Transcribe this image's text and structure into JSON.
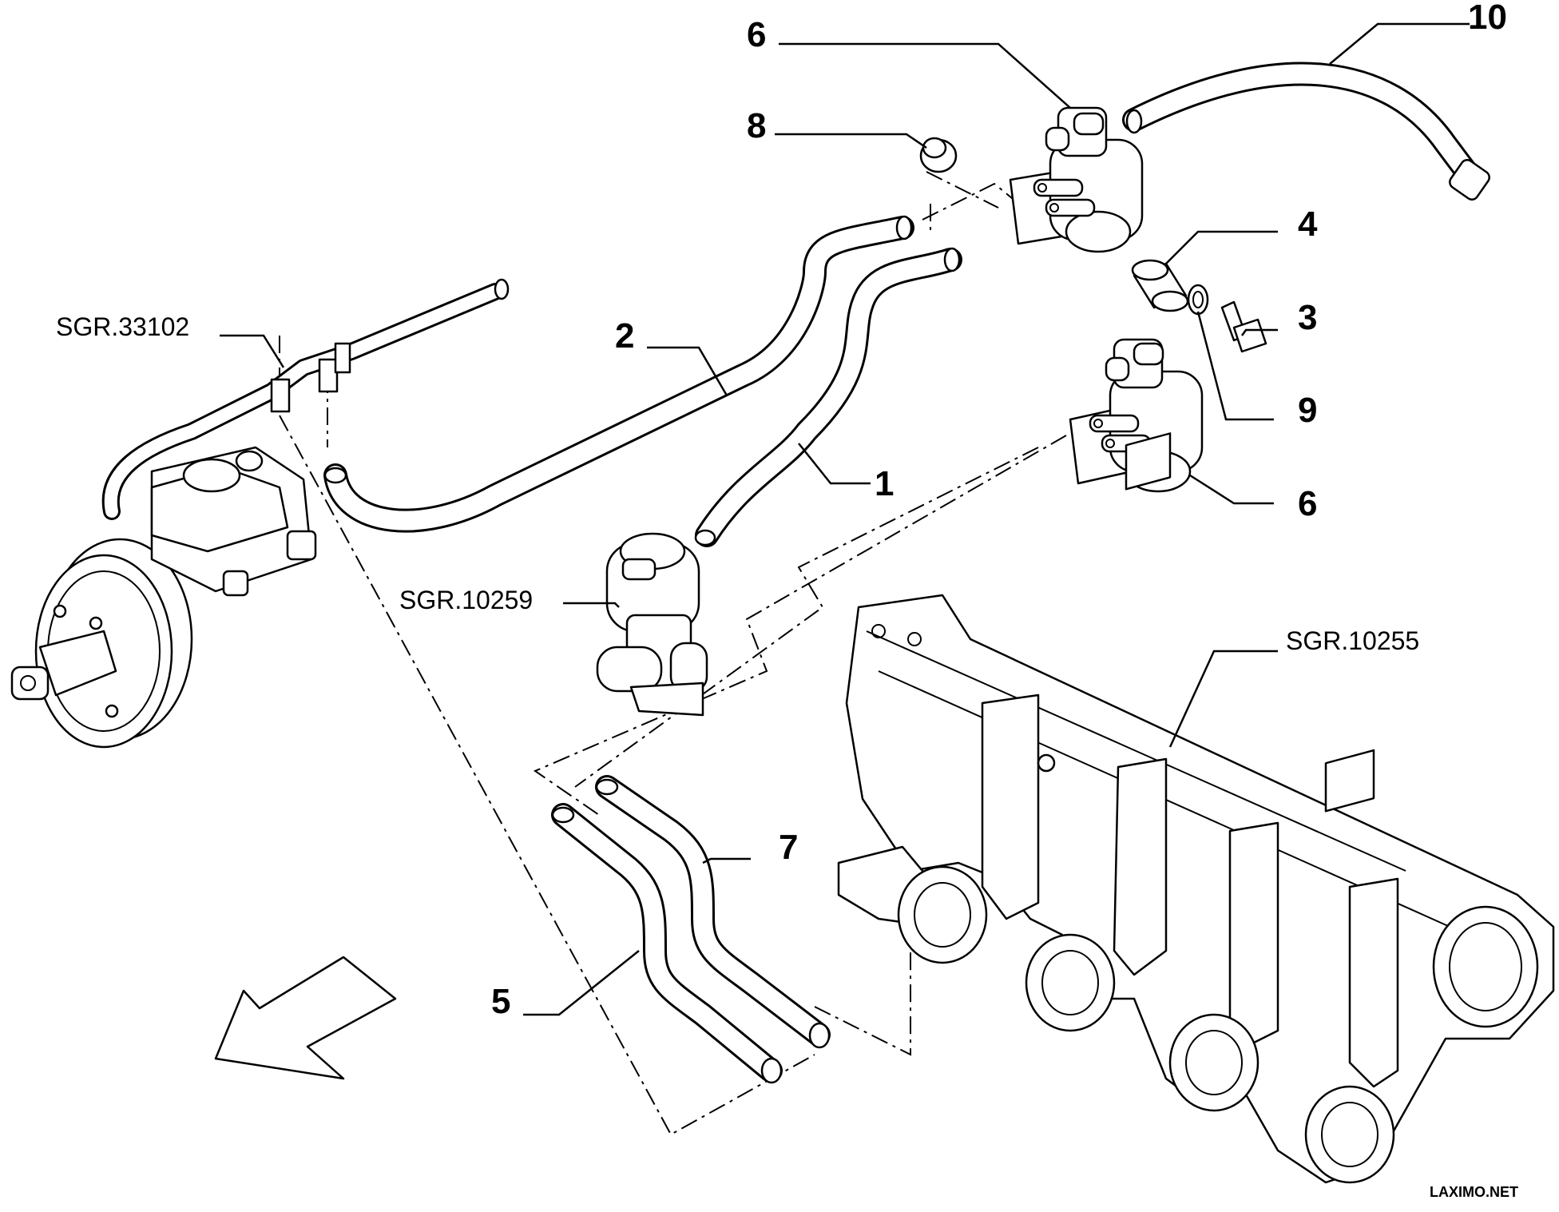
{
  "callouts": {
    "n1": "1",
    "n2": "2",
    "n3": "3",
    "n4": "4",
    "n5": "5",
    "n6_top": "6",
    "n6_bottom": "6",
    "n7": "7",
    "n8": "8",
    "n9": "9",
    "n10": "10"
  },
  "references": {
    "brake_booster": "SGR.33102",
    "egr_valve": "SGR.10259",
    "intake_manifold": "SGR.10255"
  },
  "credit": "LAXIMO.NET"
}
